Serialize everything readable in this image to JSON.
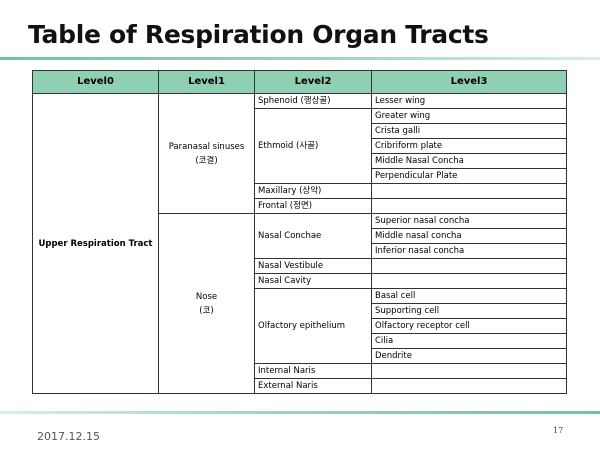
{
  "slide": {
    "title": "Table of Respiration Organ Tracts",
    "date": "2017.12.15",
    "page_number": "17"
  },
  "table": {
    "headers": [
      "Level0",
      "Level1",
      "Level2",
      "Level3"
    ],
    "level0": "Upper Respiration Tract",
    "groups": [
      {
        "level1_line1": "Paranasal sinuses",
        "level1_line2": "(코결)",
        "items": [
          {
            "level2": "Sphenoid (행상골)",
            "level3": [
              "Lesser wing"
            ]
          },
          {
            "level2": "Ethmoid (사골)",
            "level3": [
              "Greater wing",
              "Crista galli",
              "Cribriform plate",
              "Middle Nasal Concha",
              "Perpendicular Plate"
            ]
          },
          {
            "level2": "Maxillary (상악)",
            "level3": [
              ""
            ]
          },
          {
            "level2": "Frontal (정면)",
            "level3": [
              ""
            ]
          }
        ]
      },
      {
        "level1_line1": "Nose",
        "level1_line2": "(코)",
        "items": [
          {
            "level2": "Nasal Conchae",
            "level3": [
              "Superior nasal concha",
              "Middle nasal concha",
              "Inferior nasal concha"
            ]
          },
          {
            "level2": "Nasal Vestibule",
            "level3": [
              ""
            ]
          },
          {
            "level2": "Nasal Cavity",
            "level3": [
              ""
            ]
          },
          {
            "level2": "Olfactory epithelium",
            "level3": [
              "Basal cell",
              "Supporting cell",
              "Olfactory receptor cell",
              "Cilia",
              "Dendrite"
            ]
          },
          {
            "level2": "Internal Naris",
            "level3": [
              ""
            ]
          },
          {
            "level2": "External Naris",
            "level3": [
              ""
            ]
          }
        ]
      }
    ]
  }
}
